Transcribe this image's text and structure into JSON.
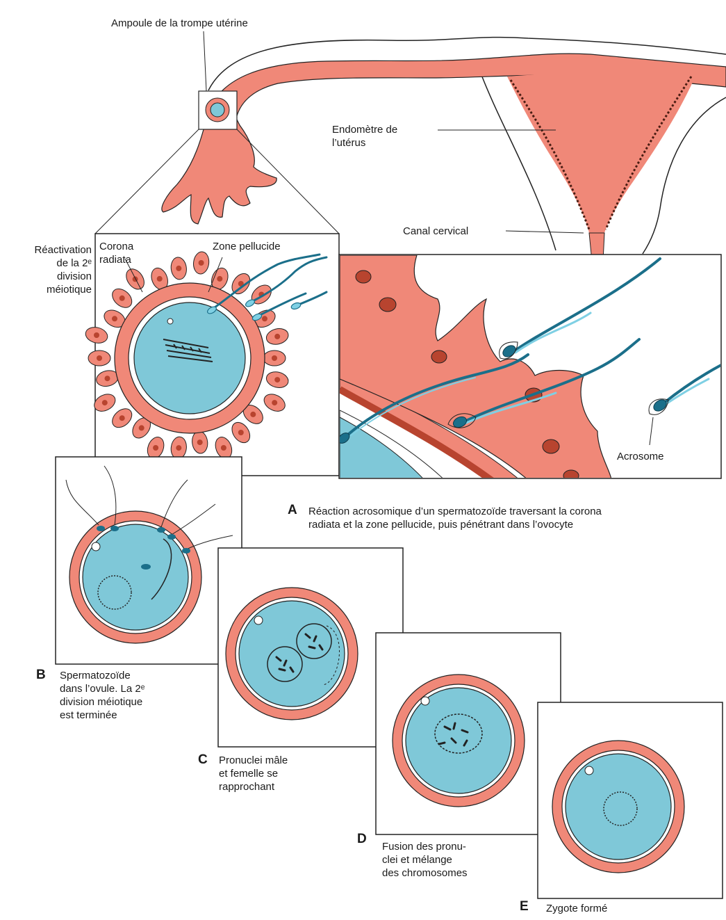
{
  "colors": {
    "tissue": "#f08878",
    "tissue_dark": "#b8442f",
    "cytoplasm": "#7fc8d8",
    "sperm": "#1b6f8a",
    "sperm_light": "#7fd0e4",
    "line": "#222222"
  },
  "labels": {
    "ampoule": "Ampoule de la trompe utérine",
    "endometre": "Endomètre de\nl’utérus",
    "canal": "Canal cervical",
    "reactivation": "Réactivation\nde la 2ᵉ\ndivision\nméiotique",
    "corona": "Corona\nradiata",
    "zone": "Zone pellucide",
    "acrosome": "Acrosome"
  },
  "panels": {
    "A": {
      "letter": "A",
      "caption": "Réaction acrosomique d’un spermatozoïde traversant la corona\nradiata et la zone pellucide, puis pénétrant dans l’ovocyte"
    },
    "B": {
      "letter": "B",
      "caption": "Spermatozoïde\ndans l’ovule. La 2ᵉ\ndivision méiotique\nest terminée"
    },
    "C": {
      "letter": "C",
      "caption": "Pronuclei mâle\net femelle se\nrapprochant"
    },
    "D": {
      "letter": "D",
      "caption": "Fusion des pronu-\nclei et mélange\ndes chromosomes"
    },
    "E": {
      "letter": "E",
      "caption": "Zygote formé"
    }
  }
}
